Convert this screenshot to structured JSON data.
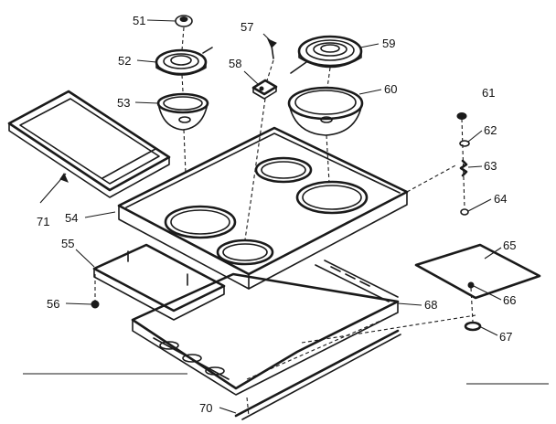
{
  "callouts": [
    {
      "id": "51",
      "text": "51"
    },
    {
      "id": "52",
      "text": "52"
    },
    {
      "id": "53",
      "text": "53"
    },
    {
      "id": "54",
      "text": "54"
    },
    {
      "id": "55",
      "text": "55"
    },
    {
      "id": "56",
      "text": "56"
    },
    {
      "id": "57",
      "text": "57"
    },
    {
      "id": "58",
      "text": "58"
    },
    {
      "id": "59",
      "text": "59"
    },
    {
      "id": "60",
      "text": "60"
    },
    {
      "id": "61",
      "text": "61"
    },
    {
      "id": "62",
      "text": "62"
    },
    {
      "id": "63",
      "text": "63"
    },
    {
      "id": "64",
      "text": "64"
    },
    {
      "id": "65",
      "text": "65"
    },
    {
      "id": "66",
      "text": "66"
    },
    {
      "id": "67",
      "text": "67"
    },
    {
      "id": "68",
      "text": "68"
    },
    {
      "id": "70",
      "text": "70"
    },
    {
      "id": "71",
      "text": "71"
    }
  ]
}
